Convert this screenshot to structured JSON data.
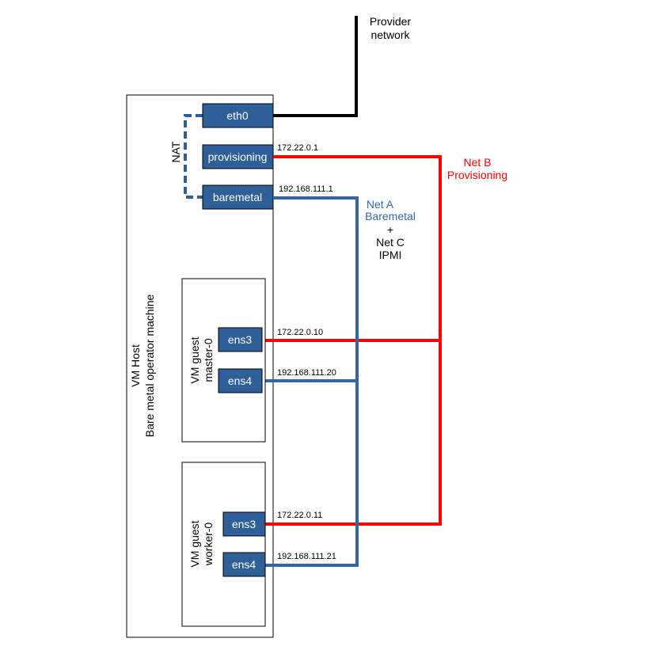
{
  "provider": {
    "line1": "Provider",
    "line2": "network"
  },
  "host": {
    "line1": "VM Host",
    "line2": "Bare metal operator machine"
  },
  "nat_label": "NAT",
  "host_ifaces": {
    "eth0": "eth0",
    "provisioning": "provisioning",
    "baremetal": "baremetal"
  },
  "ips": {
    "provisioning": "172.22.0.1",
    "baremetal": "192.168.111.1",
    "master_ens3": "172.22.0.10",
    "master_ens4": "192.168.111.20",
    "worker_ens3": "172.22.0.11",
    "worker_ens4": "192.168.111.21"
  },
  "master": {
    "line1": "VM guest",
    "line2": "master-0",
    "ens3": "ens3",
    "ens4": "ens4"
  },
  "worker": {
    "line1": "VM guest",
    "line2": "worker-0",
    "ens3": "ens3",
    "ens4": "ens4"
  },
  "net_a": {
    "line1": "Net A",
    "line2": "Baremetal",
    "plus": "+",
    "line3": "Net C",
    "line4": "IPMI"
  },
  "net_b": {
    "line1": "Net B",
    "line2": "Provisioning"
  },
  "colors": {
    "iface_fill": "#2e5f99",
    "blue_line": "#3465a4",
    "red_line": "#ff0000",
    "black_line": "#000000"
  }
}
